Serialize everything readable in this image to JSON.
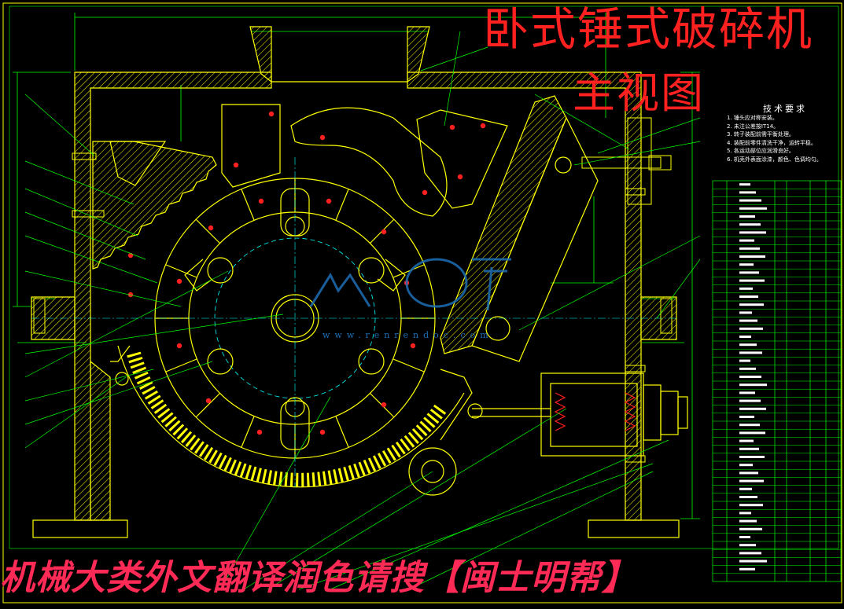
{
  "title": "卧式锤式破碎机",
  "subtitle": "主视图",
  "tech_requirements": {
    "heading": "技术要求",
    "notes": [
      "1. 锤头应对称安装。",
      "2. 未注公差按IT14。",
      "3. 转子装配前需平衡处理。",
      "4. 装配前零件清洗干净，运转平稳。",
      "5. 各运动部位应润滑良好。",
      "6. 机壳外表面涂漆，颜色、色调均匀。"
    ]
  },
  "logo_url": "www.renrendoc.com",
  "bottom_banner": "机械大类外文翻译润色请搜【闽士明帮】",
  "colors": {
    "background": "#000000",
    "line": "#ffff00",
    "dimension": "#00ff00",
    "title": "#ff2020",
    "centerline": "#00ffff"
  }
}
